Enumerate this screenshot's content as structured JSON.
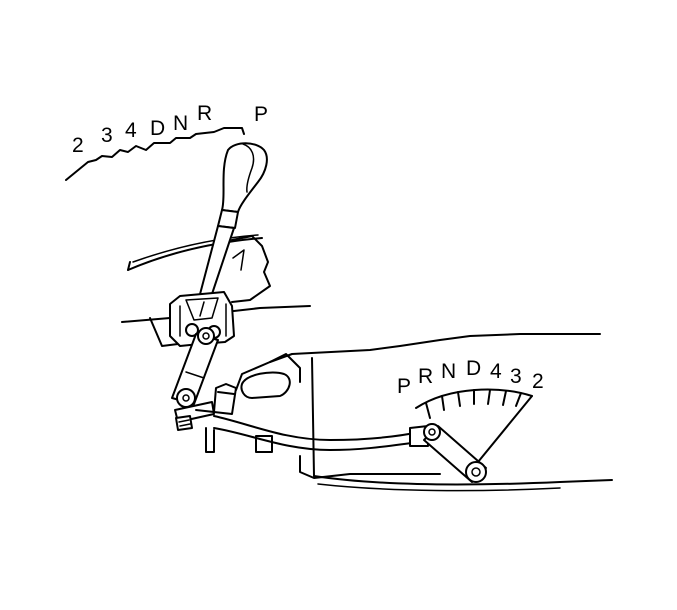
{
  "gate_labels": [
    "2",
    "3",
    "4",
    "D",
    "N",
    "R",
    "P"
  ],
  "detent_labels": [
    "P",
    "R",
    "N",
    "D",
    "4",
    "3",
    "2"
  ]
}
